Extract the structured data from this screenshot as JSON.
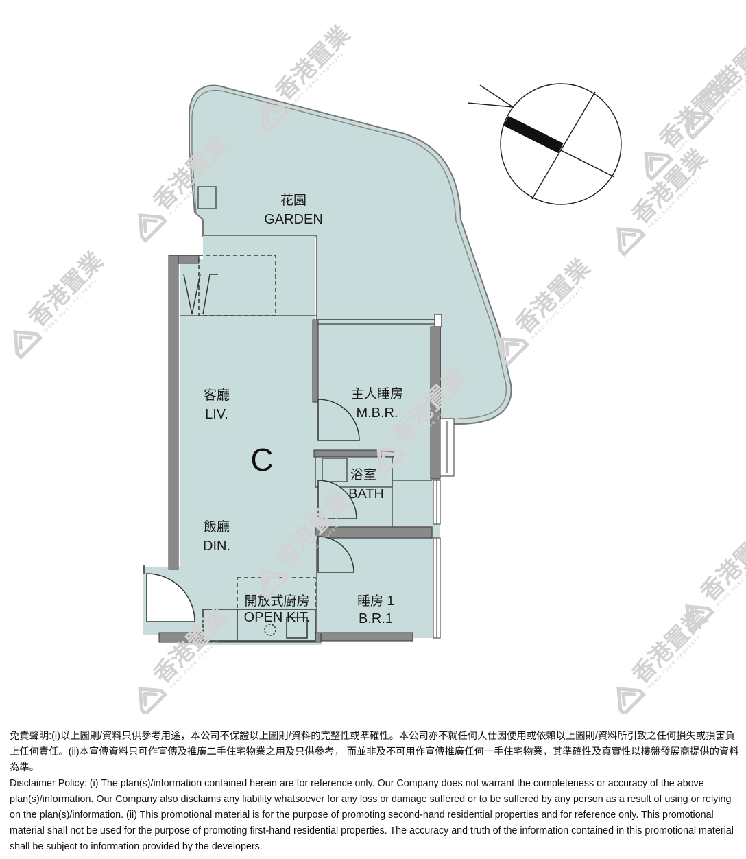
{
  "unit_label": "C",
  "rooms": {
    "garden": {
      "zh": "花園",
      "en": "GARDEN"
    },
    "living": {
      "zh": "客廳",
      "en": "LIV."
    },
    "master_bedroom": {
      "zh": "主人睡房",
      "en": "M.B.R."
    },
    "bathroom": {
      "zh": "浴室",
      "en": "BATH"
    },
    "dining": {
      "zh": "飯廳",
      "en": "DIN."
    },
    "open_kitchen": {
      "zh": "開放式廚房",
      "en": "OPEN KIT."
    },
    "bedroom_1": {
      "zh": "睡房 1",
      "en": "B.R.1"
    }
  },
  "watermark": {
    "brand": "香港置業",
    "sub": "HONG KONG PROPERTY"
  },
  "disclaimer": {
    "zh": "免責聲明:(i)以上圖則/資料只供參考用途，本公司不保證以上圖則/資料的完整性或準確性。本公司亦不就任何人仕因使用或依賴以上圖則/資料所引致之任何損失或損害負上任何責任。(ii)本宣傳資料只可作宣傳及推廣二手住宅物業之用及只供參考， 而並非及不可用作宣傳推廣任何一手住宅物業，其準確性及真實性以樓盤發展商提供的資料為準。",
    "en": "Disclaimer Policy: (i) The plan(s)/information contained herein are for reference only. Our Company does not warrant the completeness or accuracy of the above plan(s)/information. Our Company also disclaims any liability whatsoever for any loss or damage suffered or to be suffered by any person as a result of using or relying on the plan(s)/information. (ii) This promotional material is for the purpose of promoting second-hand residential properties and for reference only. This promotional material shall not be used for the purpose of promoting first-hand residential properties. The accuracy and truth of the information contained in this promotional material shall be subject to information provided by the developers."
  },
  "colors": {
    "floor": "#c9dcdc",
    "wall": "#8a8a8a",
    "line": "#555555",
    "watermark": "#d2d2d2"
  }
}
